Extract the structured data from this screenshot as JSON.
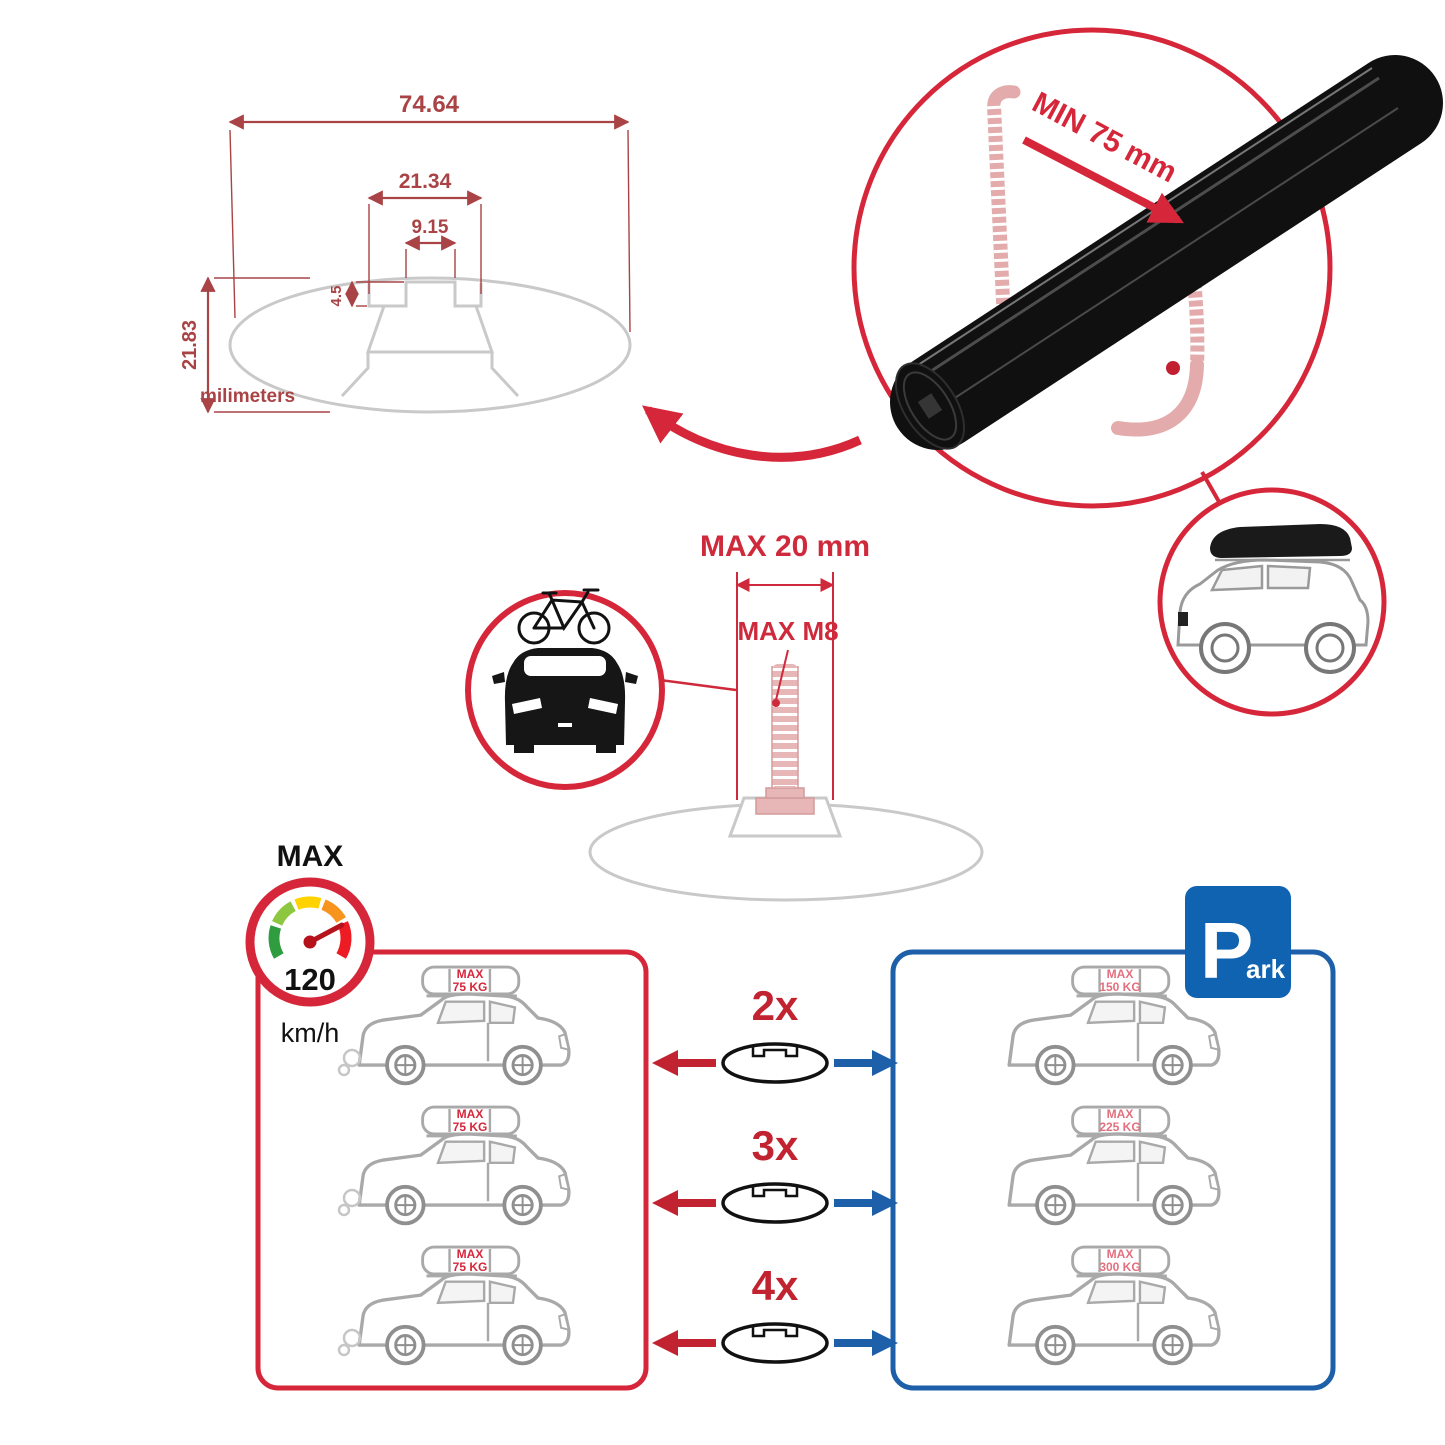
{
  "colors": {
    "accent_red": "#d6273a",
    "dimension_red": "#a94345",
    "accent_blue": "#1d5fa9",
    "clamp_pink": "#e3abab",
    "outline_gray": "#c9c9c9",
    "bar_black": "#101010",
    "gauge_segments": [
      "#2e9c3f",
      "#8dc63f",
      "#ffd200",
      "#f7941d",
      "#ed1c24"
    ]
  },
  "dimension_diagram": {
    "total_width": "74.64",
    "flange_width": "21.34",
    "slot_width": "9.15",
    "slot_depth": "4.5",
    "total_height": "21.83",
    "units_label": "milimeters"
  },
  "clamp_detail": {
    "min_span_label": "MIN 75 mm"
  },
  "bolt_detail": {
    "max_width_label": "MAX 20 mm",
    "max_thread_label": "MAX M8"
  },
  "speed_limit": {
    "title": "MAX",
    "value": "120",
    "unit": "km/h"
  },
  "load_rows": [
    {
      "multiplier": "2x",
      "left_max": "MAX",
      "left_kg": "75 KG",
      "right_max": "MAX",
      "right_kg": "150 KG"
    },
    {
      "multiplier": "3x",
      "left_max": "MAX",
      "left_kg": "75 KG",
      "right_max": "MAX",
      "right_kg": "225 KG"
    },
    {
      "multiplier": "4x",
      "left_max": "MAX",
      "left_kg": "75 KG",
      "right_max": "MAX",
      "right_kg": "300 KG"
    }
  ],
  "park_sign": {
    "letter": "P",
    "suffix": "ark"
  }
}
